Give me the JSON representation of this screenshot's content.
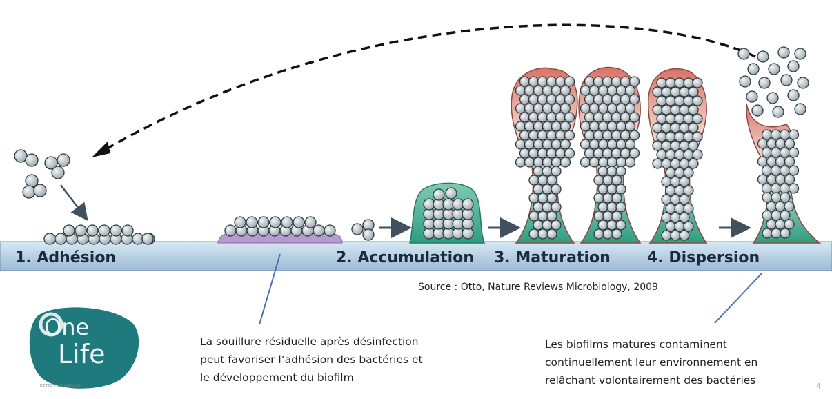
{
  "stages": [
    {
      "label": "1. Adhésion"
    },
    {
      "label": "2. Accumulation"
    },
    {
      "label": "3. Maturation"
    },
    {
      "label": "4. Dispersion"
    }
  ],
  "source": "Source : Otto, Nature Reviews Microbiology, 2009",
  "note_left": {
    "lines": [
      "La souillure résiduelle après désinfection",
      "peut favoriser l’adhésion des bactéries et",
      "le développement du biofilm"
    ]
  },
  "note_right": {
    "lines": [
      "Les biofilms matures contaminent",
      "continuellement leur environnement en",
      "relâchant volontairement des bactéries"
    ]
  },
  "logo": {
    "line1": "One",
    "line2": "Life",
    "tagline": "DETECT & DISSOLVE",
    "color": "#1f7a7d"
  },
  "page_number": "4",
  "colors": {
    "surface": "#c5daea",
    "biofilm_green": "#3aa88a",
    "biofilm_red": "#d97a70",
    "bacteria": "#c4cccf",
    "residue": "#b79ad0",
    "pointer_line": "#4a6fb3"
  }
}
